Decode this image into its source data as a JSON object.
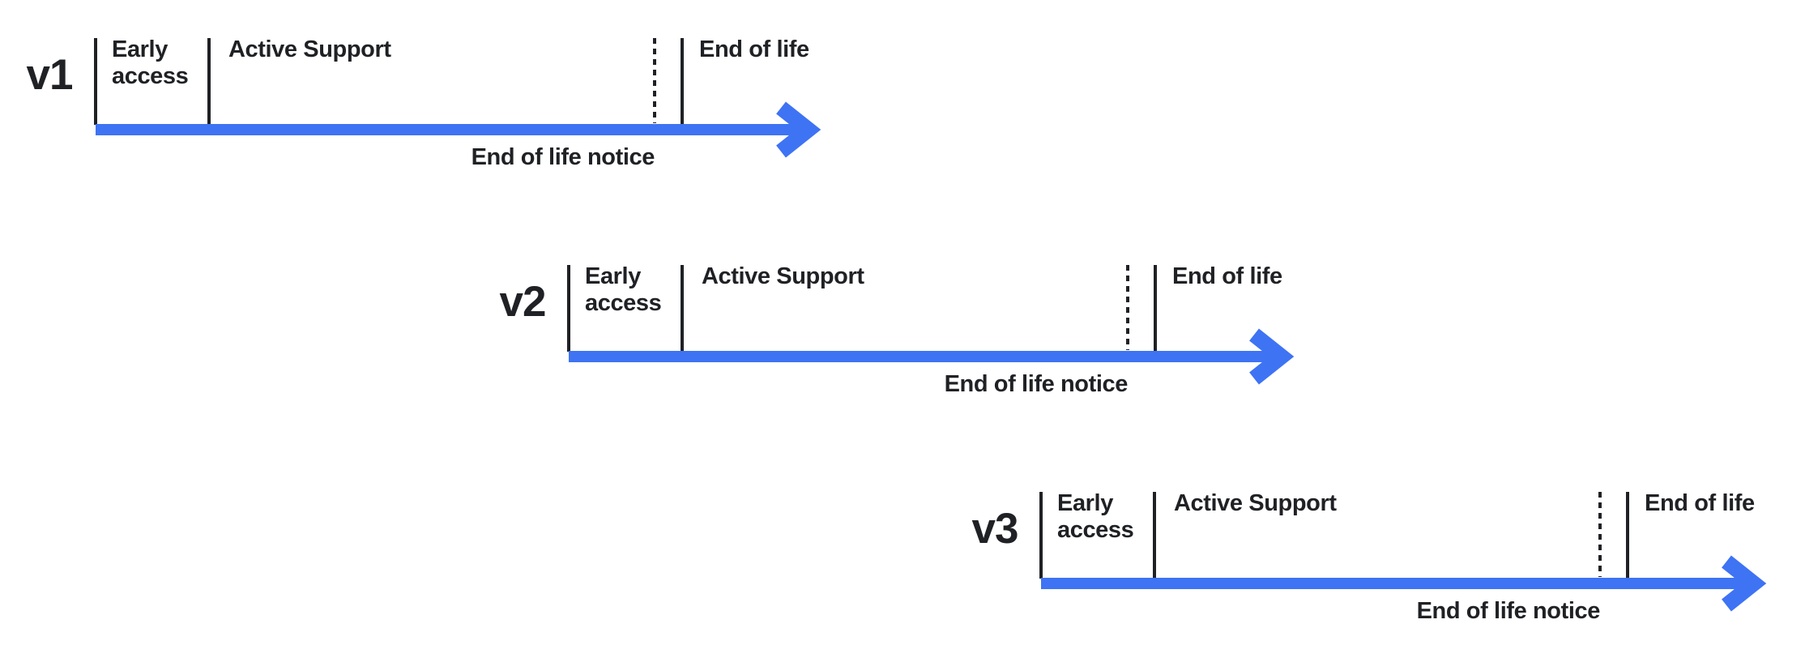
{
  "diagram": {
    "kind": "version-lifecycle-timelines",
    "background_color": "#ffffff"
  },
  "colors": {
    "arrow_blue": "#3e73f4",
    "ink": "#1f2125"
  },
  "timelines": [
    {
      "version": "v1",
      "phases": {
        "early_access_lines": [
          "Early",
          "access"
        ],
        "active_support": "Active Support",
        "end_of_life": "End of life",
        "end_of_life_notice": "End of life notice"
      }
    },
    {
      "version": "v2",
      "phases": {
        "early_access_lines": [
          "Early",
          "access"
        ],
        "active_support": "Active Support",
        "end_of_life": "End of life",
        "end_of_life_notice": "End of life notice"
      }
    },
    {
      "version": "v3",
      "phases": {
        "early_access_lines": [
          "Early",
          "access"
        ],
        "active_support": "Active Support",
        "end_of_life": "End of life",
        "end_of_life_notice": "End of life notice"
      }
    }
  ]
}
